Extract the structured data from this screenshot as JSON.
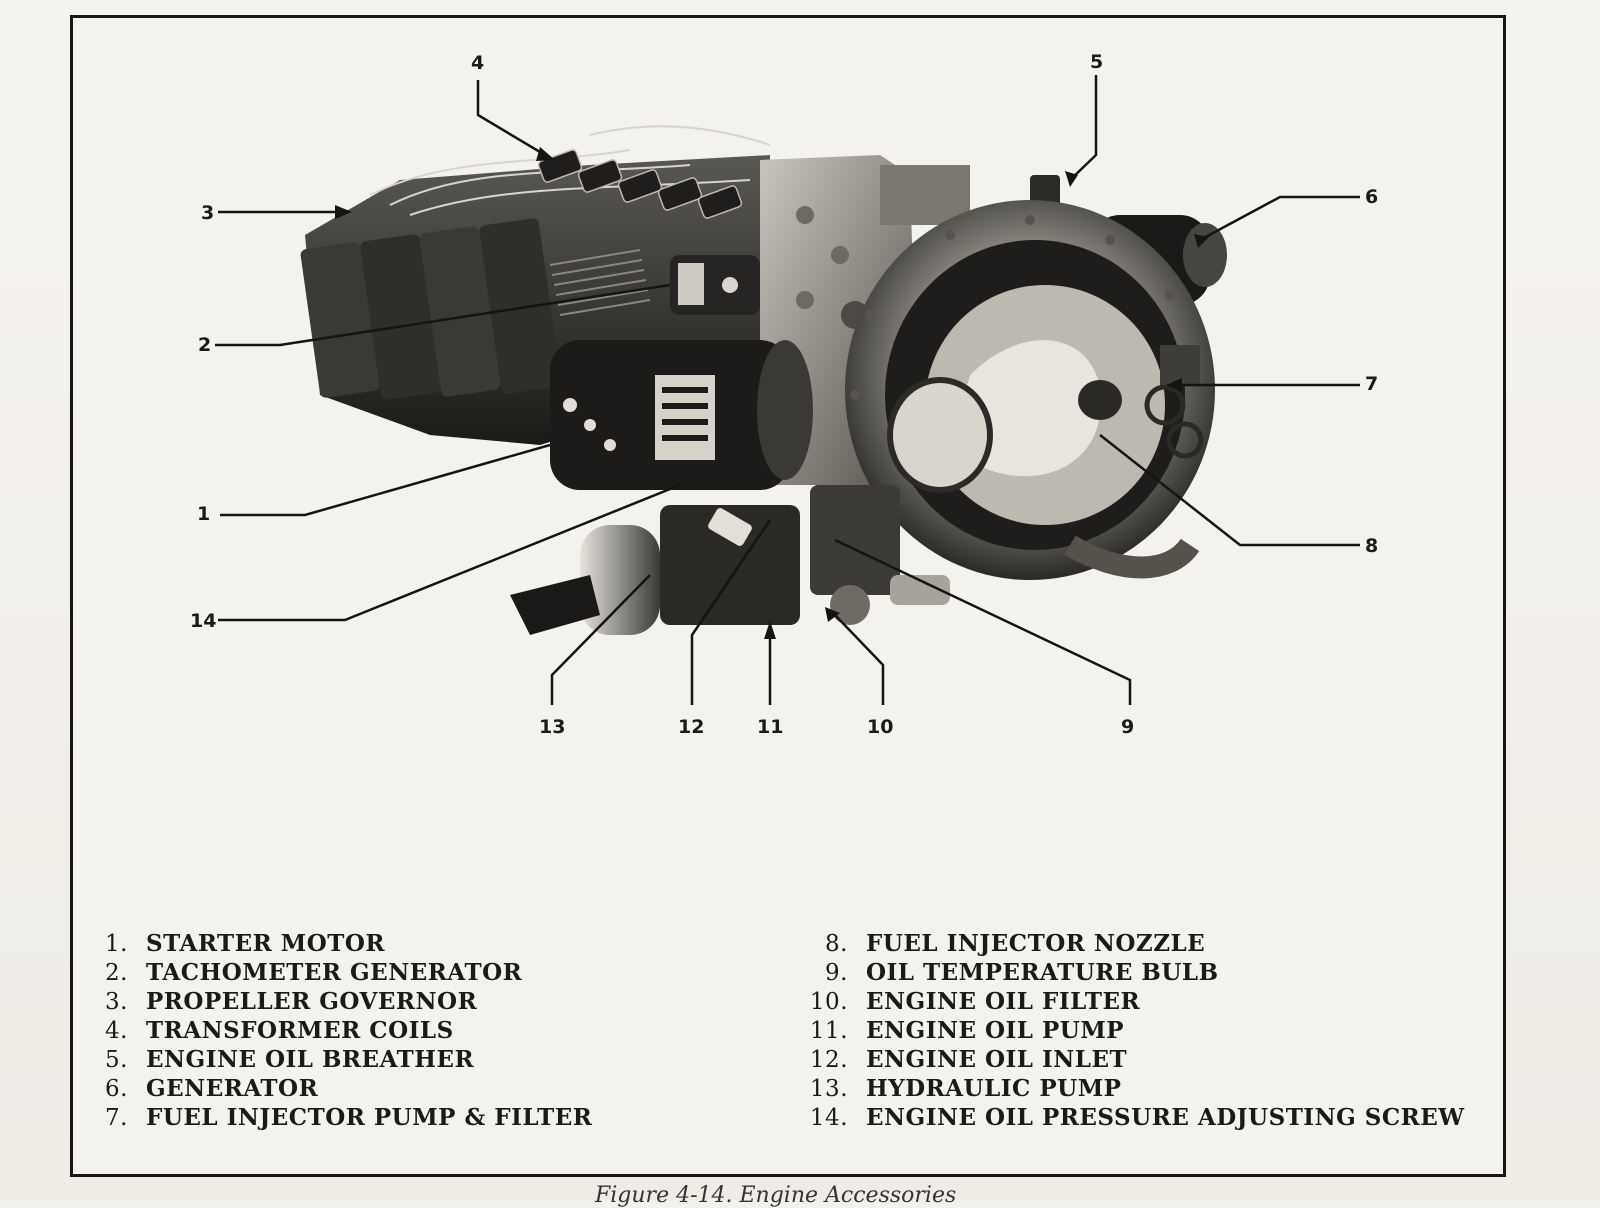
{
  "figure": {
    "callouts": [
      {
        "num": "1"
      },
      {
        "num": "2"
      },
      {
        "num": "3"
      },
      {
        "num": "4"
      },
      {
        "num": "5"
      },
      {
        "num": "6"
      },
      {
        "num": "7"
      },
      {
        "num": "8"
      },
      {
        "num": "9"
      },
      {
        "num": "10"
      },
      {
        "num": "11"
      },
      {
        "num": "12"
      },
      {
        "num": "13"
      },
      {
        "num": "14"
      }
    ],
    "legend_left": [
      {
        "num": "1.",
        "label": "STARTER MOTOR"
      },
      {
        "num": "2.",
        "label": "TACHOMETER GENERATOR"
      },
      {
        "num": "3.",
        "label": "PROPELLER GOVERNOR"
      },
      {
        "num": "4.",
        "label": "TRANSFORMER COILS"
      },
      {
        "num": "5.",
        "label": "ENGINE OIL BREATHER"
      },
      {
        "num": "6.",
        "label": "GENERATOR"
      },
      {
        "num": "7.",
        "label": "FUEL INJECTOR PUMP & FILTER"
      }
    ],
    "legend_right": [
      {
        "num": "8.",
        "label": "FUEL INJECTOR NOZZLE"
      },
      {
        "num": "9.",
        "label": "OIL TEMPERATURE BULB"
      },
      {
        "num": "10.",
        "label": "ENGINE OIL FILTER"
      },
      {
        "num": "11.",
        "label": "ENGINE OIL PUMP"
      },
      {
        "num": "12.",
        "label": "ENGINE OIL INLET"
      },
      {
        "num": "13.",
        "label": "HYDRAULIC PUMP"
      },
      {
        "num": "14.",
        "label": "ENGINE OIL PRESSURE ADJUSTING SCREW"
      }
    ],
    "caption": "Figure 4-14. Engine Accessories"
  }
}
